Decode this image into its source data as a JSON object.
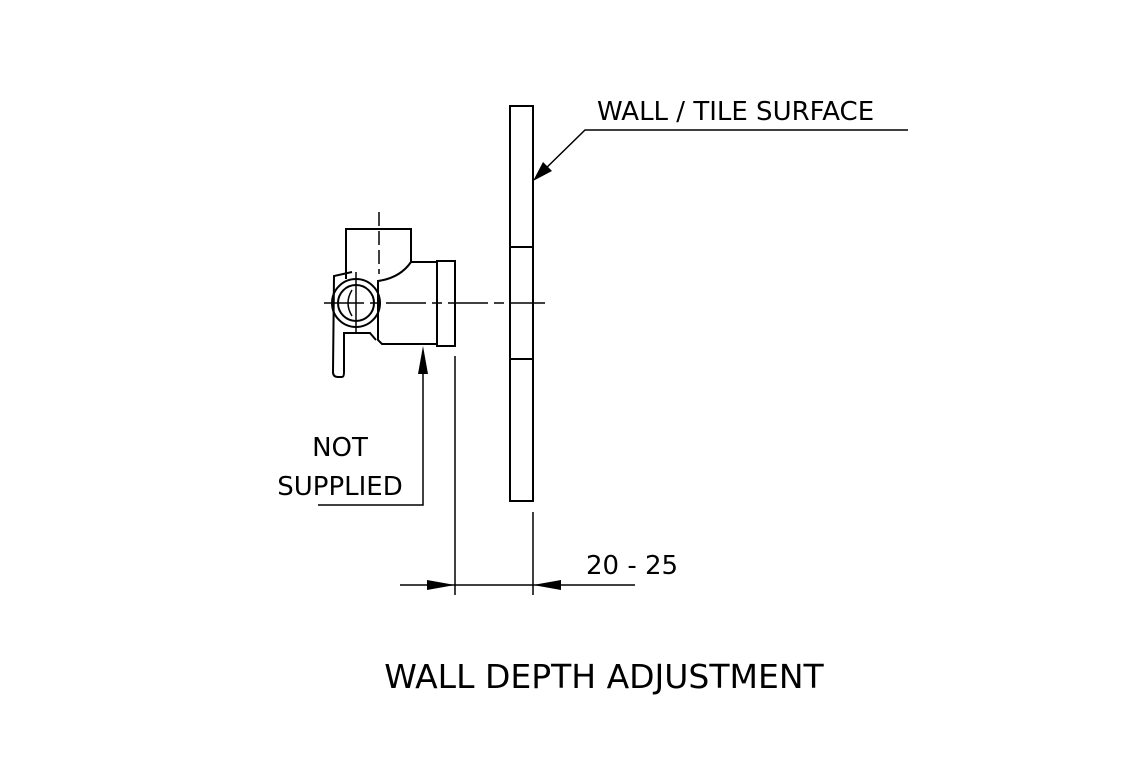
{
  "labels": {
    "wall_surface": "WALL / TILE SURFACE",
    "not_supplied_line1": "NOT",
    "not_supplied_line2": "SUPPLIED",
    "dimension": "20 - 25",
    "title": "WALL DEPTH ADJUSTMENT"
  },
  "colors": {
    "line": "#000000",
    "hatch": "#c8c8c8",
    "background": "#ffffff"
  }
}
